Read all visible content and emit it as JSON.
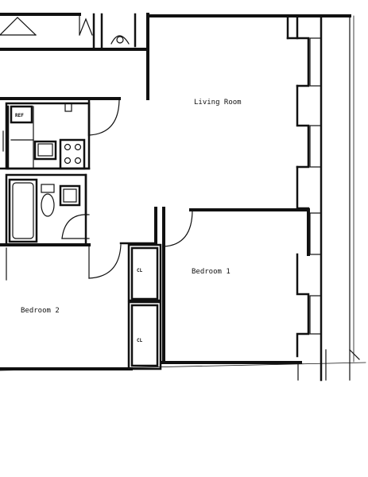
{
  "rooms": {
    "living_room": "Living Room",
    "bedroom_1": "Bedroom 1",
    "bedroom_2": "Bedroom 2"
  },
  "closets": {
    "closet_a": "CL",
    "closet_b": "CL"
  },
  "fixtures": {
    "fridge": "REF"
  },
  "colors": {
    "wall": "#111111",
    "background": "#ffffff"
  }
}
